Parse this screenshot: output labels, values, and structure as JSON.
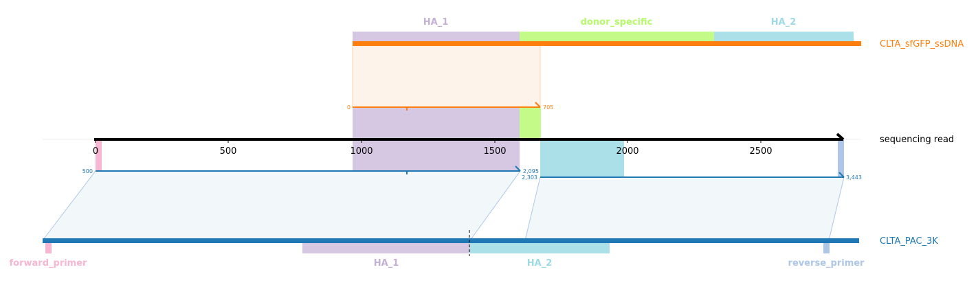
{
  "colors": {
    "ssdna": "#ff7f0e",
    "read": "#000000",
    "pac": "#1f77b4",
    "ha1": "#c5b0d5",
    "donor": "#b5fa6a",
    "ha2": "#9edae5",
    "primer_fwd": "#f7b6d2",
    "primer_rev": "#aec7e8"
  },
  "tracks": {
    "ssdna_label": "CLTA_sfGFP_ssDNA",
    "read_label": "sequencing read",
    "pac_label": "CLTA_PAC_3K"
  },
  "top_features": [
    {
      "label": "HA_1",
      "color": "#c5b0d5"
    },
    {
      "label": "donor_specific",
      "color": "#b5fa6a"
    },
    {
      "label": "HA_2",
      "color": "#9edae5"
    }
  ],
  "bottom_features": [
    {
      "label": "forward_primer",
      "color": "#f7b6d2"
    },
    {
      "label": "HA_1",
      "color": "#c5b0d5"
    },
    {
      "label": "HA_2",
      "color": "#9edae5"
    },
    {
      "label": "reverse_primer",
      "color": "#aec7e8"
    }
  ],
  "read_axis": {
    "ticks": [
      "0",
      "500",
      "1000",
      "1500",
      "2000",
      "2500"
    ]
  },
  "alignments": {
    "ssdna": {
      "query_start": "0",
      "query_end": "705"
    },
    "pac_1": {
      "ref_start": "500",
      "query_end": "2,095"
    },
    "pac_2": {
      "query_start": "2,303",
      "query_end": "3,443"
    }
  }
}
